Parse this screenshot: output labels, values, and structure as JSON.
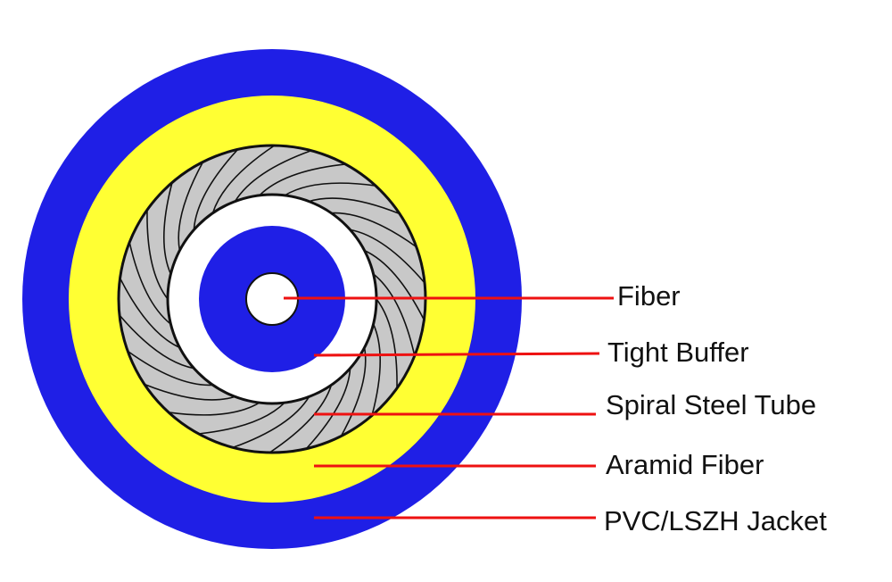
{
  "colors": {
    "jacket": "#1f1fe6",
    "aramid": "#ffff33",
    "steel_tube": "#c8c8c8",
    "tight_buffer": "#ffffff",
    "fiber_core": "#1f1fe6",
    "fiber": "#ffffff",
    "leader_lines": "#ee1111",
    "outline": "#111111"
  },
  "layers": [
    {
      "id": "fiber",
      "label": "Fiber"
    },
    {
      "id": "tight_buffer",
      "label": "Tight Buffer"
    },
    {
      "id": "steel_tube",
      "label": "Spiral Steel Tube"
    },
    {
      "id": "aramid",
      "label": "Aramid Fiber"
    },
    {
      "id": "jacket",
      "label": "PVC/LSZH Jacket"
    }
  ]
}
